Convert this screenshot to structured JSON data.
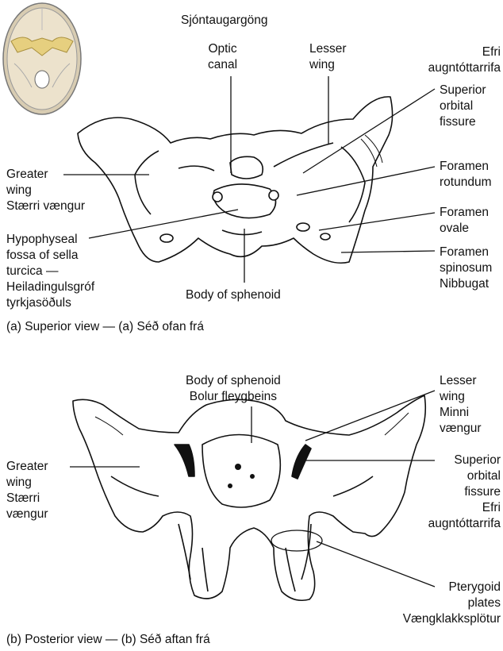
{
  "top": {
    "label_optic_is": "Sjóntaugargöng",
    "label_optic_canal": [
      "Optic",
      "canal"
    ],
    "label_lesser_wing": [
      "Lesser",
      "wing"
    ],
    "label_sup_orb_is": [
      "Efri",
      "augntóttarrifa"
    ],
    "label_sup_orb": [
      "Superior",
      "orbital",
      "fissure"
    ],
    "label_greater_wing": [
      "Greater",
      "wing",
      "Stærri vængur"
    ],
    "label_rotundum": [
      "Foramen",
      "rotundum"
    ],
    "label_ovale": [
      "Foramen",
      "ovale"
    ],
    "label_spinosum": [
      "Foramen",
      "spinosum",
      "Nibbugat"
    ],
    "label_hypophyseal": [
      "Hypophyseal",
      "fossa of sella",
      "turcica —",
      "Heiladingulsgróf",
      "tyrkjasöðuls"
    ],
    "label_body": "Body of sphenoid",
    "caption": "(a) Superior view — (a) Séð ofan frá"
  },
  "bottom": {
    "label_body": [
      "Body of sphenoid",
      "Bolur fleygbeins"
    ],
    "label_lesser_wing": [
      "Lesser",
      "wing",
      "Minni",
      "vængur"
    ],
    "label_greater_wing": [
      "Greater",
      "wing",
      "Stærri",
      "vængur"
    ],
    "label_sup_orb": [
      "Superior",
      "orbital",
      "fissure",
      "Efri",
      "augntóttarrifa"
    ],
    "label_pterygoid": [
      "Pterygoid",
      "plates",
      "Vængklakksplötur"
    ],
    "caption": "(b) Posterior view — (b) Séð aftan frá"
  },
  "colors": {
    "bone_fill": "#ffffff",
    "stroke": "#111111",
    "skull_fill": "#e8dcc4",
    "sphenoid_highlight": "#e9d28a"
  }
}
